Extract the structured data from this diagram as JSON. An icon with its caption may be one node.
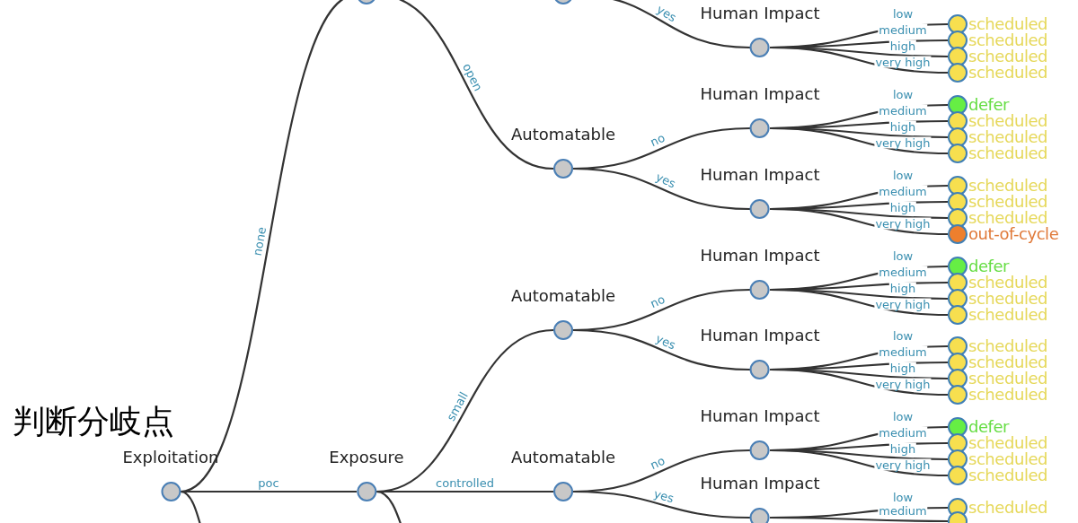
{
  "diagram": {
    "nodes": [
      {
        "text": [
          "Exploitation"
        ]
      },
      {
        "text": [],
        "shape": "circle"
      },
      {
        "text": [
          "Exposure"
        ]
      },
      {
        "text": [],
        "shape": "circle"
      },
      {
        "text": [
          "Automatable"
        ]
      },
      {
        "text": [
          "Automatable"
        ]
      },
      {
        "text": [
          "Automatable"
        ]
      },
      {
        "text": [
          "Human Impact"
        ]
      },
      {
        "text": [
          "Human Impact"
        ]
      },
      {
        "text": [
          "Human Impact"
        ]
      },
      {
        "text": [
          "Human Impact"
        ]
      },
      {
        "text": [
          "Human Impact"
        ]
      },
      {
        "text": [
          "Human Impact"
        ]
      },
      {
        "text": [
          "Human Impact"
        ]
      },
      {
        "text": [
          "scheduled"
        ]
      },
      {
        "text": [
          "scheduled"
        ]
      },
      {
        "text": [
          "scheduled"
        ]
      },
      {
        "text": [
          "scheduled"
        ]
      },
      {
        "text": [
          "defer"
        ]
      },
      {
        "text": [
          "scheduled"
        ]
      },
      {
        "text": [
          "scheduled"
        ]
      },
      {
        "text": [
          "scheduled"
        ]
      },
      {
        "text": [
          "scheduled"
        ]
      },
      {
        "text": [
          "scheduled"
        ]
      },
      {
        "text": [
          "scheduled"
        ]
      },
      {
        "text": [
          "out-of-cycle"
        ]
      },
      {
        "text": [
          "defer"
        ]
      },
      {
        "text": [
          "scheduled"
        ]
      },
      {
        "text": [
          "scheduled"
        ]
      },
      {
        "text": [
          "scheduled"
        ]
      },
      {
        "text": [
          "scheduled"
        ]
      },
      {
        "text": [
          "scheduled"
        ]
      },
      {
        "text": [
          "scheduled"
        ]
      },
      {
        "text": [
          "scheduled"
        ]
      },
      {
        "text": [
          "defer"
        ]
      },
      {
        "text": [
          "scheduled"
        ]
      },
      {
        "text": [
          "scheduled"
        ]
      },
      {
        "text": [
          "scheduled"
        ]
      },
      {
        "text": [
          "scheduled"
        ]
      },
      {
        "text": [],
        "shape": "circle"
      }
    ],
    "edges": [
      {
        "from": 0,
        "to": 1,
        "arrow": "none",
        "label": "none"
      },
      {
        "from": 0,
        "to": 2,
        "arrow": "none",
        "label": "poc"
      },
      {
        "from": 0,
        "to": null,
        "arrow": "none"
      },
      {
        "from": 1,
        "to": 4,
        "arrow": "none",
        "label": "open"
      },
      {
        "from": 2,
        "to": 5,
        "arrow": "none",
        "label": "small"
      },
      {
        "from": 2,
        "to": 6,
        "arrow": "none",
        "label": "controlled"
      },
      {
        "from": 2,
        "to": null,
        "arrow": "none"
      },
      {
        "from": 3,
        "to": 7,
        "arrow": "none",
        "label": "yes"
      },
      {
        "from": 4,
        "to": 8,
        "arrow": "none",
        "label": "no"
      },
      {
        "from": 4,
        "to": 9,
        "arrow": "none",
        "label": "yes"
      },
      {
        "from": 5,
        "to": 10,
        "arrow": "none",
        "label": "no"
      },
      {
        "from": 5,
        "to": 11,
        "arrow": "none",
        "label": "yes"
      },
      {
        "from": 6,
        "to": 12,
        "arrow": "none",
        "label": "no"
      },
      {
        "from": 6,
        "to": 13,
        "arrow": "none",
        "label": "yes"
      },
      {
        "from": 7,
        "to": 14,
        "arrow": "none",
        "label": "low"
      },
      {
        "from": 7,
        "to": 15,
        "arrow": "none",
        "label": "medium"
      },
      {
        "from": 7,
        "to": 16,
        "arrow": "none",
        "label": "high"
      },
      {
        "from": 7,
        "to": 17,
        "arrow": "none",
        "label": "very high"
      },
      {
        "from": 8,
        "to": 18,
        "arrow": "none",
        "label": "low"
      },
      {
        "from": 8,
        "to": 19,
        "arrow": "none",
        "label": "medium"
      },
      {
        "from": 8,
        "to": 20,
        "arrow": "none",
        "label": "high"
      },
      {
        "from": 8,
        "to": 21,
        "arrow": "none",
        "label": "very high"
      },
      {
        "from": 9,
        "to": 22,
        "arrow": "none",
        "label": "low"
      },
      {
        "from": 9,
        "to": 23,
        "arrow": "none",
        "label": "medium"
      },
      {
        "from": 9,
        "to": 24,
        "arrow": "none",
        "label": "high"
      },
      {
        "from": 9,
        "to": 25,
        "arrow": "none",
        "label": "very high"
      },
      {
        "from": 10,
        "to": 26,
        "arrow": "none",
        "label": "low"
      },
      {
        "from": 10,
        "to": 27,
        "arrow": "none",
        "label": "medium"
      },
      {
        "from": 10,
        "to": 28,
        "arrow": "none",
        "label": "high"
      },
      {
        "from": 10,
        "to": 29,
        "arrow": "none",
        "label": "very high"
      },
      {
        "from": 11,
        "to": 30,
        "arrow": "none",
        "label": "low"
      },
      {
        "from": 11,
        "to": 31,
        "arrow": "none",
        "label": "medium"
      },
      {
        "from": 11,
        "to": 32,
        "arrow": "none",
        "label": "high"
      },
      {
        "from": 11,
        "to": 33,
        "arrow": "none",
        "label": "very high"
      },
      {
        "from": 12,
        "to": 34,
        "arrow": "none",
        "label": "low"
      },
      {
        "from": 12,
        "to": 35,
        "arrow": "none",
        "label": "medium"
      },
      {
        "from": 12,
        "to": 36,
        "arrow": "none",
        "label": "high"
      },
      {
        "from": 12,
        "to": 37,
        "arrow": "none",
        "label": "very high"
      },
      {
        "from": 13,
        "to": 38,
        "arrow": "none",
        "label": "low"
      },
      {
        "from": 13,
        "to": 39,
        "arrow": "none",
        "label": "medium"
      }
    ],
    "labels": [
      "判断分岐点"
    ]
  }
}
